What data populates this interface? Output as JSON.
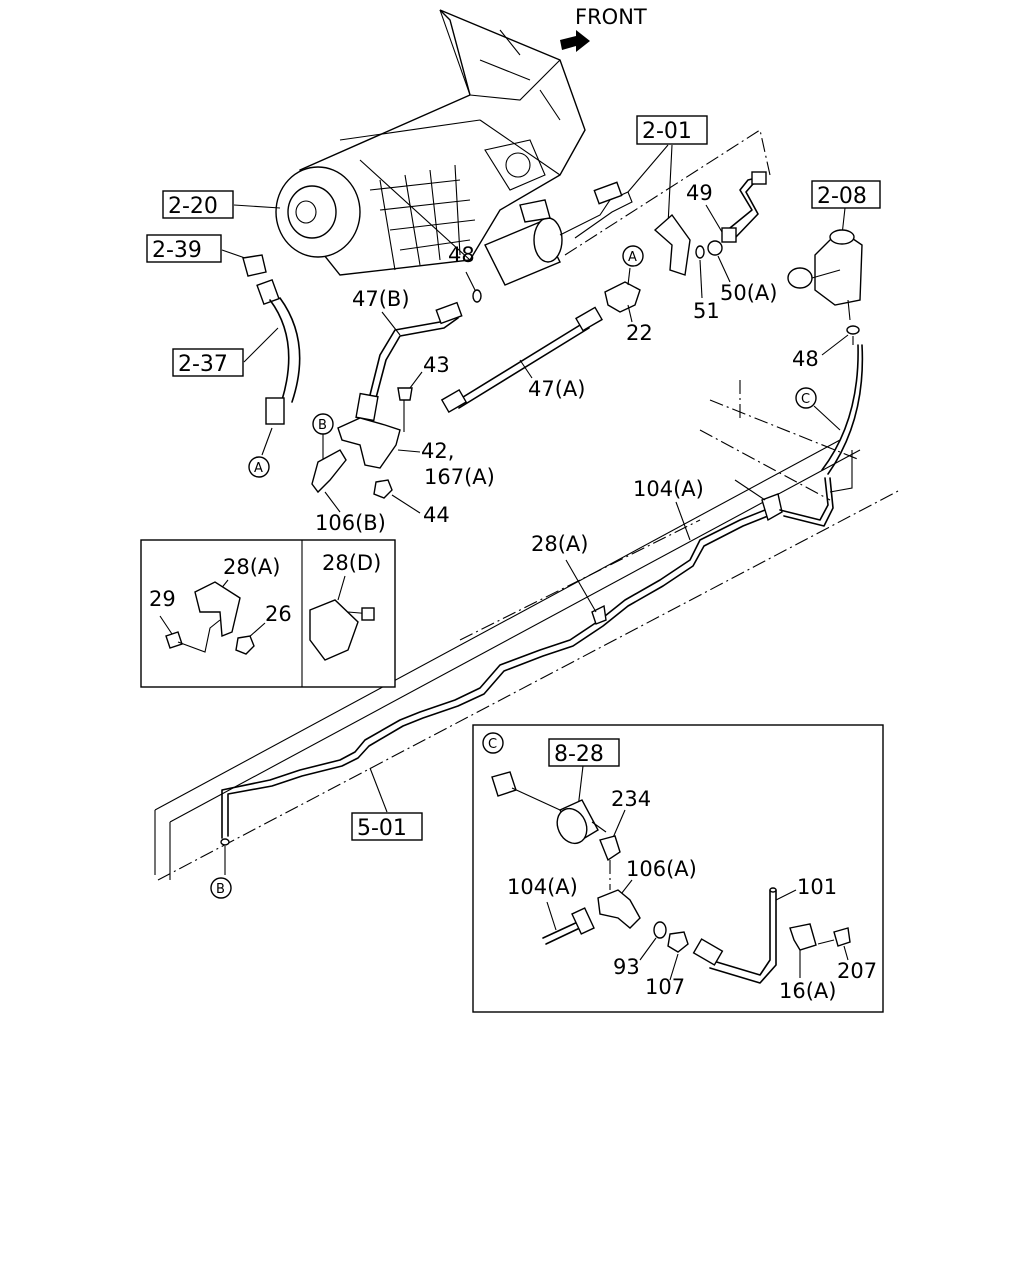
{
  "front_label": "FRONT",
  "refs": {
    "r201": "2-01",
    "r220": "2-20",
    "r239": "2-39",
    "r237": "2-37",
    "r208": "2-08",
    "r501": "5-01",
    "r828": "8-28"
  },
  "markers": {
    "A": "A",
    "B": "B",
    "C": "C"
  },
  "parts": {
    "p48a": "48",
    "p47b": "47(B)",
    "p49": "49",
    "p50a": "50(A)",
    "p51": "51",
    "p22": "22",
    "p48b": "48",
    "p43": "43",
    "p47a": "47(A)",
    "p42": "42,",
    "p167a": "167(A)",
    "p44": "44",
    "p106b": "106(B)",
    "p104a": "104(A)",
    "p28a_main": "28(A)",
    "inset_left": {
      "p28a": "28(A)",
      "p29": "29",
      "p26": "26",
      "p28d": "28(D)"
    },
    "inset_c": {
      "p234": "234",
      "p104a": "104(A)",
      "p106a": "106(A)",
      "p101": "101",
      "p93": "93",
      "p107": "107",
      "p16a": "16(A)",
      "p207": "207"
    }
  }
}
